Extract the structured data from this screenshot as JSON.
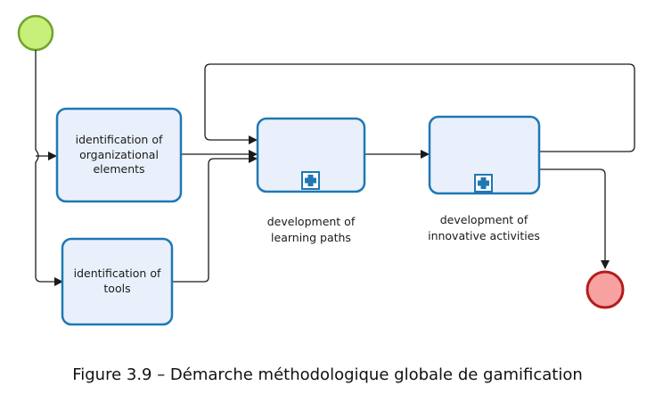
{
  "diagram": {
    "start_event": {
      "color": "#c6f07a",
      "stroke": "#6fa42c"
    },
    "end_event": {
      "color": "#f7a1a1",
      "stroke": "#b51c1c"
    },
    "task_colors": {
      "fill": "#eaf0fb",
      "stroke": "#1f78b4"
    },
    "tasks": [
      {
        "id": "org",
        "label": "identification of\norganizational\nelements"
      },
      {
        "id": "tools",
        "label": "identification of\ntools"
      },
      {
        "id": "paths",
        "label": "",
        "caption": "development of\nlearning paths",
        "subprocess": true
      },
      {
        "id": "innov",
        "label": "",
        "caption": "development of\ninnovative activities",
        "subprocess": true
      }
    ]
  },
  "caption": "Figure 3.9 – Démarche méthodologique globale de gamification"
}
